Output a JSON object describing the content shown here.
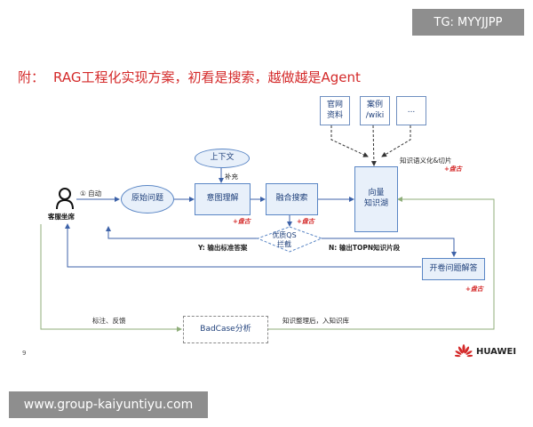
{
  "header": {
    "tg_badge": "TG: MYYJJPP"
  },
  "title": {
    "prefix": "附：",
    "text": "RAG工程化实现方案，初看是搜索，越做越是Agent"
  },
  "nodes": {
    "agent_user": "客服坐席",
    "original_question": "原始问题",
    "context": "上下文",
    "intent": "意图理解",
    "fusion_search": "融合搜索",
    "vector_kb": "向量\n知识湖",
    "official_docs": "官网\n资料",
    "cases_wiki": "案例\n/wiki",
    "more": "...",
    "qs_gate": "优质QS\n拦截",
    "open_answer": "开卷问题解答",
    "badcase": "BadCase分析"
  },
  "labels": {
    "auto": "① 自动",
    "supplement": "补充",
    "knowledge_semantic": "知识语义化&切片",
    "yes_path": "Y:  输出标准答案",
    "no_path": "N:  输出TOPN知识片段",
    "annotate": "标注、反馈",
    "organize": "知识整理后，入知识库"
  },
  "badges": {
    "pangu": "+盘古"
  },
  "footer": {
    "page_number": "9",
    "brand": "HUAWEI"
  },
  "watermark": {
    "text": "www.group-kaiyuntiyu.com"
  },
  "colors": {
    "accent_red": "#d42a2a",
    "node_fill": "#e8f0fa",
    "node_border": "#5a86c5",
    "line_blue": "#3d62a8",
    "line_green": "#8fae7a"
  }
}
